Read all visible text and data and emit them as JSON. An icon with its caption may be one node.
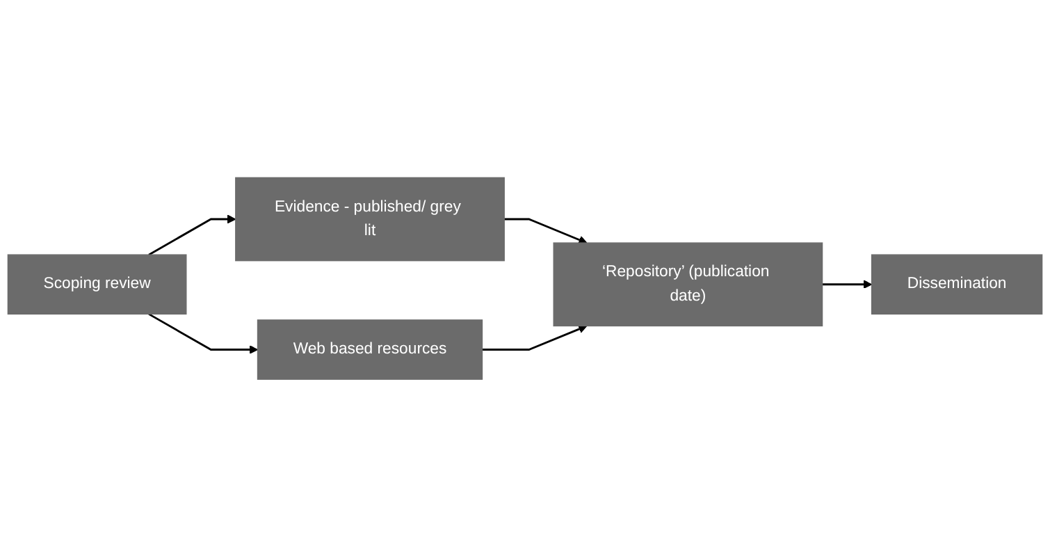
{
  "diagram": {
    "nodes": [
      {
        "text": [
          "Scoping review"
        ]
      },
      {
        "text": [
          "Evidence - published/ grey lit"
        ]
      },
      {
        "text": [
          "Web based resources"
        ]
      },
      {
        "text": [
          "‘Repository’ (publication date)"
        ]
      },
      {
        "text": [
          "Dissemination"
        ]
      }
    ],
    "edges": [
      {
        "from": 0,
        "to": 1,
        "arrow": "to"
      },
      {
        "from": 0,
        "to": 2,
        "arrow": "to"
      },
      {
        "from": 1,
        "to": 3,
        "arrow": "to"
      },
      {
        "from": 2,
        "to": 3,
        "arrow": "to"
      },
      {
        "from": 3,
        "to": 4,
        "arrow": "to"
      }
    ]
  }
}
